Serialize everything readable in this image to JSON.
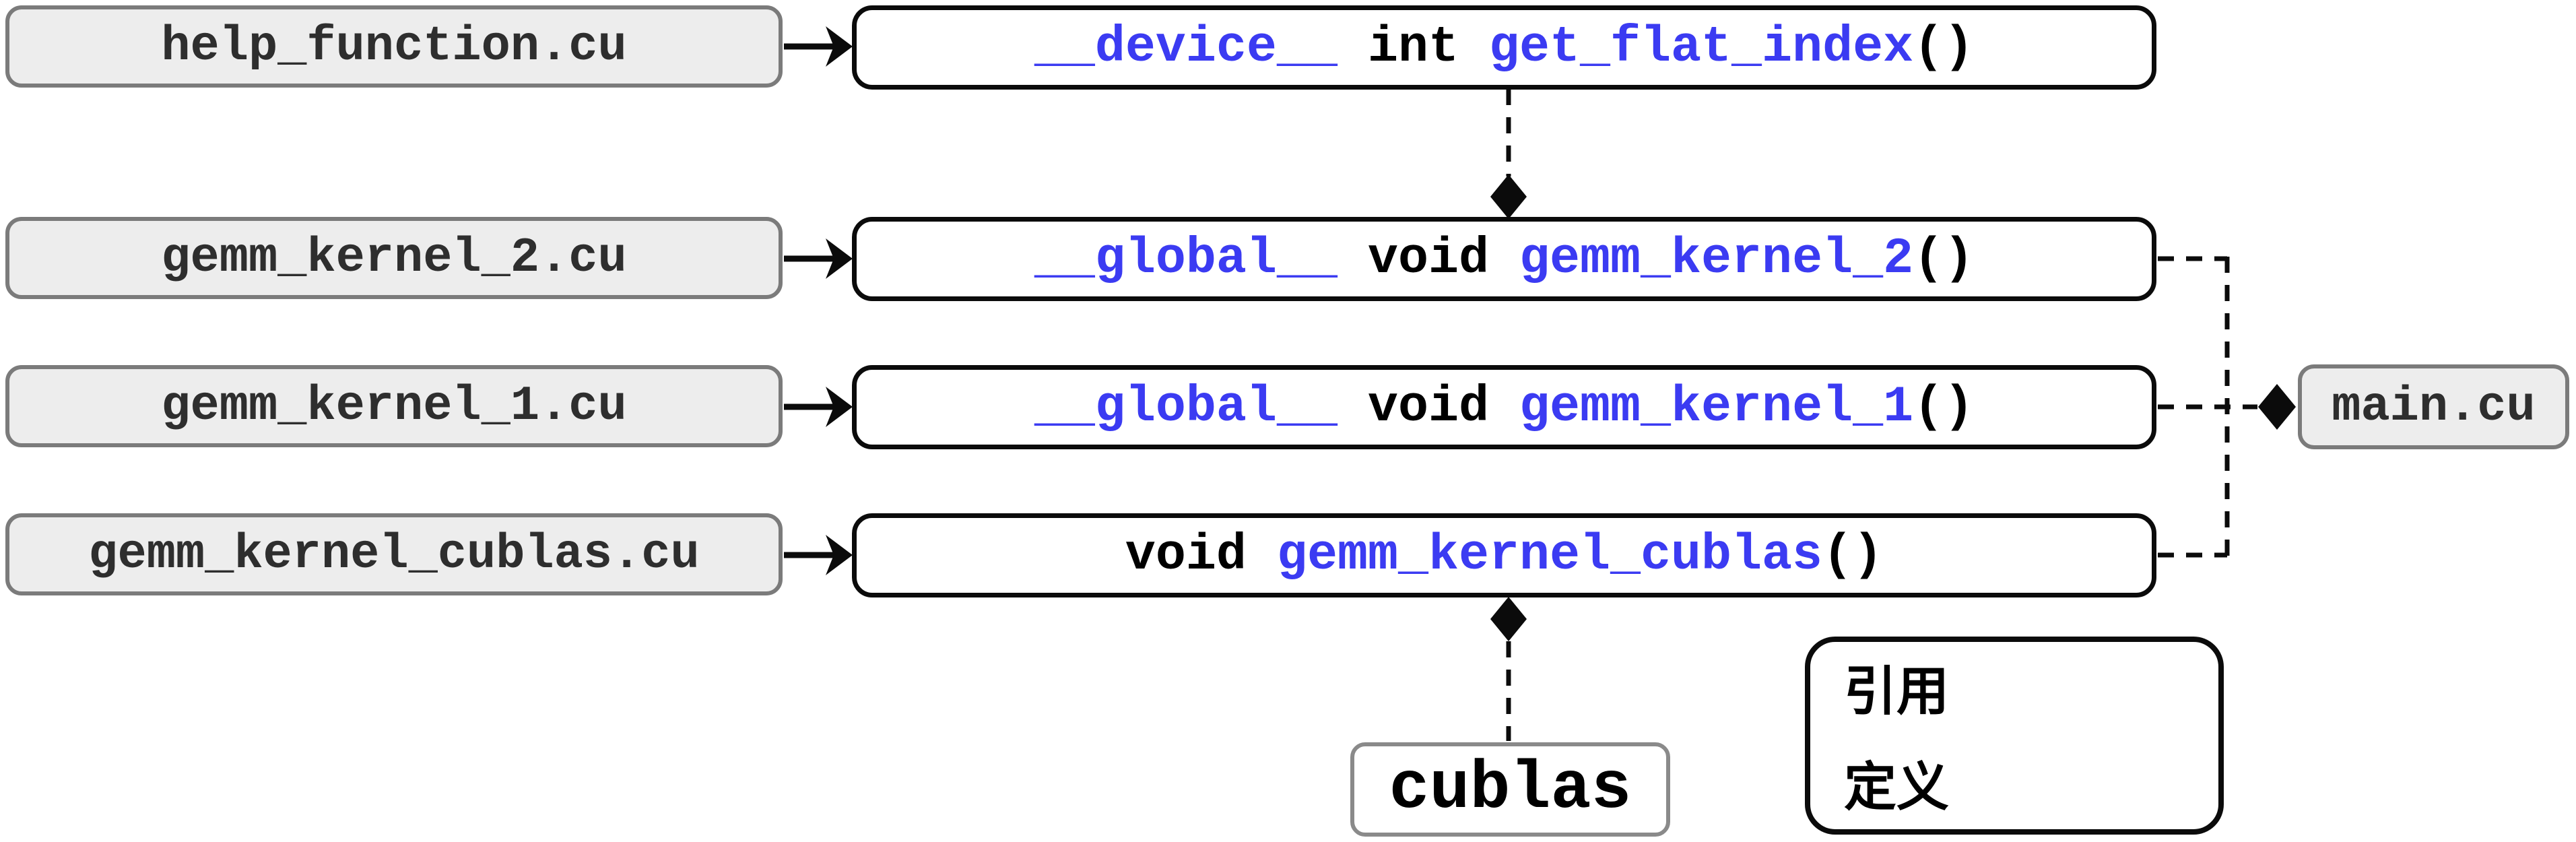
{
  "diagram": {
    "files": [
      {
        "label": "help_function.cu"
      },
      {
        "label": "gemm_kernel_2.cu"
      },
      {
        "label": "gemm_kernel_1.cu"
      },
      {
        "label": "gemm_kernel_cublas.cu"
      }
    ],
    "functions": [
      {
        "segments": [
          {
            "text": "__device__",
            "style": "keyword"
          },
          {
            "text": " int ",
            "style": "plain"
          },
          {
            "text": "get_flat_index",
            "style": "name"
          },
          {
            "text": "()",
            "style": "plain"
          }
        ]
      },
      {
        "segments": [
          {
            "text": "__global__",
            "style": "keyword"
          },
          {
            "text": " void ",
            "style": "plain"
          },
          {
            "text": "gemm_kernel_2",
            "style": "name"
          },
          {
            "text": "()",
            "style": "plain"
          }
        ]
      },
      {
        "segments": [
          {
            "text": "__global__",
            "style": "keyword"
          },
          {
            "text": " void ",
            "style": "plain"
          },
          {
            "text": "gemm_kernel_1",
            "style": "name"
          },
          {
            "text": "()",
            "style": "plain"
          }
        ]
      },
      {
        "segments": [
          {
            "text": "void ",
            "style": "plain"
          },
          {
            "text": "gemm_kernel_cublas",
            "style": "name"
          },
          {
            "text": "()",
            "style": "plain"
          }
        ]
      }
    ],
    "main_file_label": "main.cu",
    "library_label": "cublas",
    "legend": {
      "reference_label": "引用",
      "definition_label": "定义"
    },
    "colors": {
      "keyword_blue": "#3b3bf2",
      "file_box_fill": "#ededed",
      "file_box_border": "#7b7b7b",
      "line_black": "#0b0b0b"
    }
  }
}
